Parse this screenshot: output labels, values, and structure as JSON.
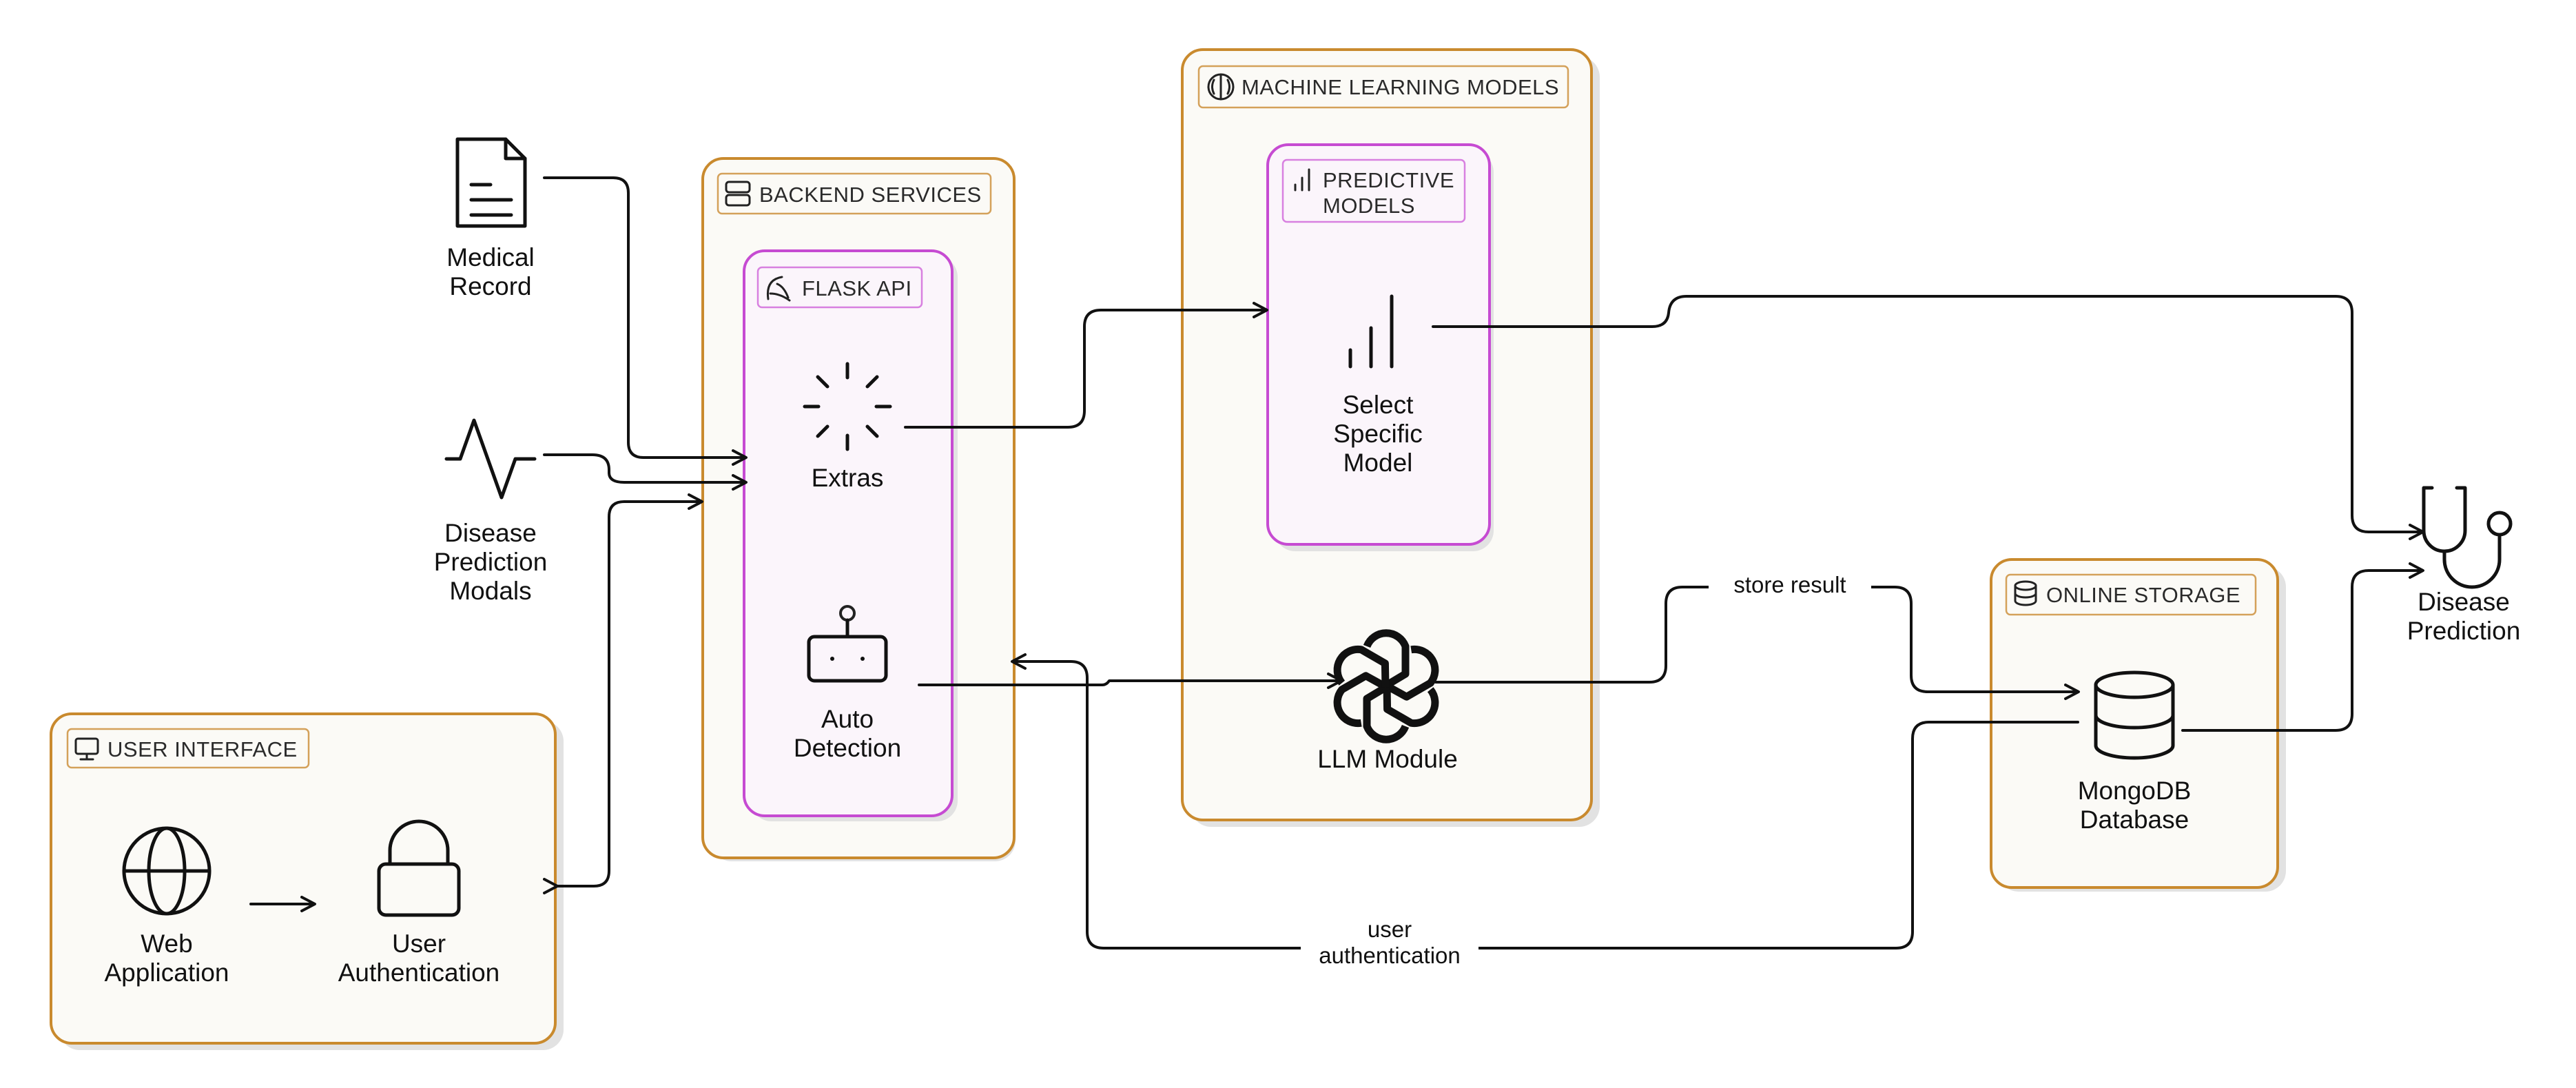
{
  "groups": {
    "user_interface": "USER INTERFACE",
    "backend_services": "BACKEND SERVICES",
    "flask_api": "FLASK API",
    "machine_learning_models": "MACHINE LEARNING MODELS",
    "predictive_models": [
      "PREDICTIVE",
      "MODELS"
    ],
    "online_storage": "ONLINE STORAGE"
  },
  "nodes": {
    "medical_record": [
      "Medical",
      "Record"
    ],
    "disease_prediction_modals": [
      "Disease",
      "Prediction",
      "Modals"
    ],
    "web_application": [
      "Web",
      "Application"
    ],
    "user_authentication": [
      "User",
      "Authentication"
    ],
    "extras": "Extras",
    "auto_detection": [
      "Auto",
      "Detection"
    ],
    "select_specific_model": [
      "Select",
      "Specific",
      "Model"
    ],
    "llm_module": "LLM Module",
    "mongodb_database": [
      "MongoDB",
      "Database"
    ],
    "disease_prediction": [
      "Disease",
      "Prediction"
    ]
  },
  "edge_labels": {
    "store_result": "store result",
    "user_authentication": [
      "user",
      "authentication"
    ]
  },
  "icons": {
    "medical_record": "document-icon",
    "disease_prediction_modals": "pulse-icon",
    "web_application": "globe-icon",
    "user_authentication": "lock-icon",
    "extras": "loader-icon",
    "auto_detection": "robot-icon",
    "select_specific_model": "bar-chart-icon",
    "llm_module": "openai-icon",
    "mongodb_database": "database-icon",
    "disease_prediction": "stethoscope-icon"
  },
  "colors": {
    "outer_group_border": "#c98a2e",
    "inner_group_border": "#c64bd2",
    "outer_group_fill": "#fbfaf6",
    "inner_group_fill": "#fbf5fb",
    "line": "#111111"
  }
}
